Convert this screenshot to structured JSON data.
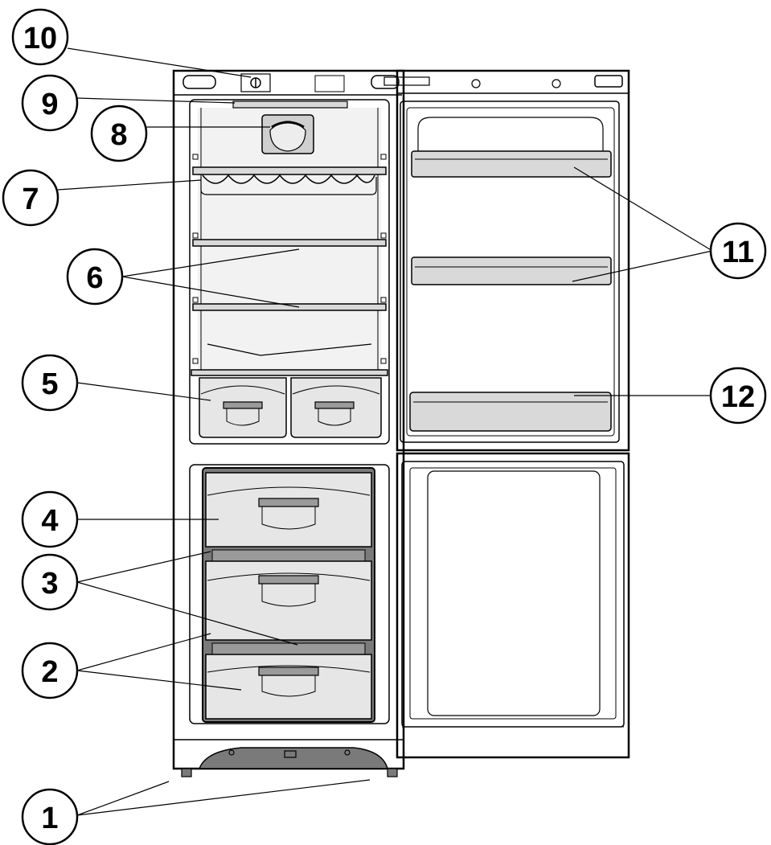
{
  "callouts": [
    {
      "number": "1"
    },
    {
      "number": "2"
    },
    {
      "number": "3"
    },
    {
      "number": "4"
    },
    {
      "number": "5"
    },
    {
      "number": "6"
    },
    {
      "number": "7"
    },
    {
      "number": "8"
    },
    {
      "number": "9"
    },
    {
      "number": "10"
    },
    {
      "number": "11"
    },
    {
      "number": "12"
    }
  ],
  "colors": {
    "line": "#000000",
    "panel_fill": "#d9d9d9",
    "drawer_fill": "#e6e6e6",
    "tray_fill": "#9a9a9a",
    "background": "#ffffff"
  }
}
